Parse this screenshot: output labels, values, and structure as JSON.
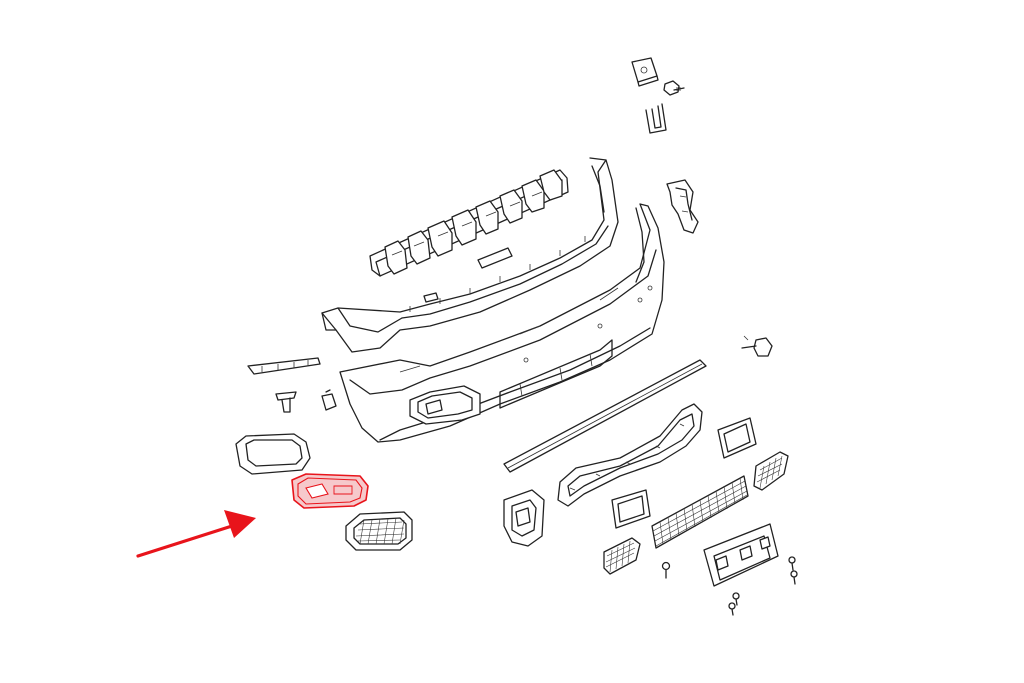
{
  "diagram": {
    "background": "#ffffff",
    "line_color": "#222222",
    "highlight_color": "#e8141b",
    "highlight_fill": "#f6c9cb",
    "arrow_color": "#e8141b",
    "highlighted_part": "fog-lamp-bezel-left",
    "parts": [
      "nut-clip",
      "bolt",
      "u-clip",
      "upper-bracket-right",
      "bumper-absorber",
      "bumper-reinforcement",
      "bumper-fascia",
      "side-bracket-left",
      "push-pin-clip",
      "retainer-clip",
      "fog-lamp-trim-outer",
      "fog-lamp-bezel-left",
      "fog-lamp-grille-left",
      "tow-hook-cover",
      "tow-hook-bracket",
      "chrome-strip",
      "lower-grille-frame",
      "lower-grille-mesh",
      "side-trim-right",
      "side-grille-right",
      "lamp-trim-center",
      "small-grille-left",
      "license-plate-bracket",
      "screws"
    ]
  }
}
